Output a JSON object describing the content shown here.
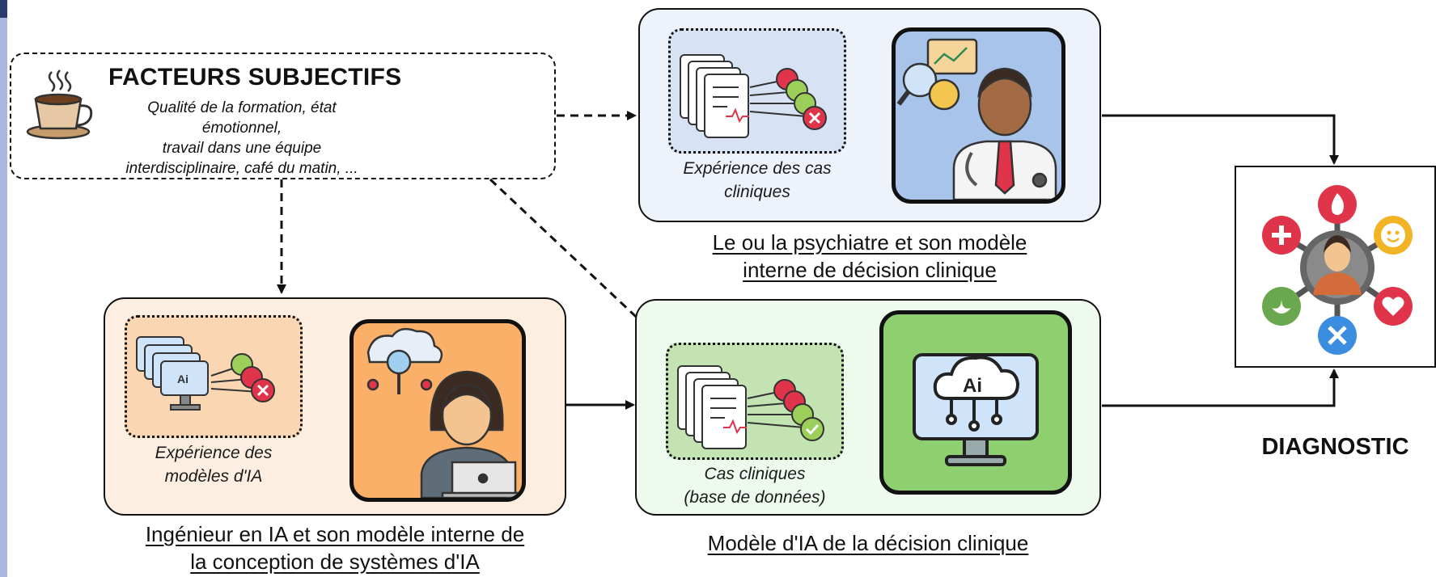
{
  "subjective": {
    "title": "FACTEURS SUBJECTIFS",
    "text_lines": [
      "Qualité de la formation, état émotionnel,",
      "travail dans une équipe",
      "interdisciplinaire, café du matin, ..."
    ],
    "icon": "coffee-cup-icon"
  },
  "psychiatrist": {
    "caption_lines": [
      "Expérience des cas",
      "cliniques"
    ],
    "title_lines": [
      "Le ou la psychiatre et son modèle",
      "interne de décision clinique"
    ],
    "icons": [
      "clinical-cases-icon",
      "doctor-icon"
    ]
  },
  "engineer": {
    "caption_lines": [
      "Expérience des",
      "modèles d'IA"
    ],
    "title_lines": [
      "Ingénieur en IA et son modèle interne de",
      "la conception de systèmes d'IA"
    ],
    "icons": [
      "ai-models-icon",
      "engineer-laptop-icon"
    ]
  },
  "ai_model": {
    "caption_lines": [
      "Cas cliniques",
      "(base de données)"
    ],
    "title": "Modèle d'IA de la décision clinique",
    "icons": [
      "clinical-database-icon",
      "ai-computer-icon"
    ]
  },
  "diagnostic": {
    "label": "DIAGNOSTIC",
    "icon": "patient-diagnosis-icon"
  },
  "colors": {
    "psychiatrist_bg": "#eef3fb",
    "psychiatrist_inner": "#d7e2f5",
    "psychiatrist_portrait": "#a9c4ea",
    "engineer_bg": "#fdeee2",
    "engineer_inner": "#fbd6b3",
    "engineer_portrait": "#fbb06a",
    "ai_bg": "#eefaee",
    "ai_inner": "#c3e3b3",
    "ai_portrait": "#8ed070"
  }
}
